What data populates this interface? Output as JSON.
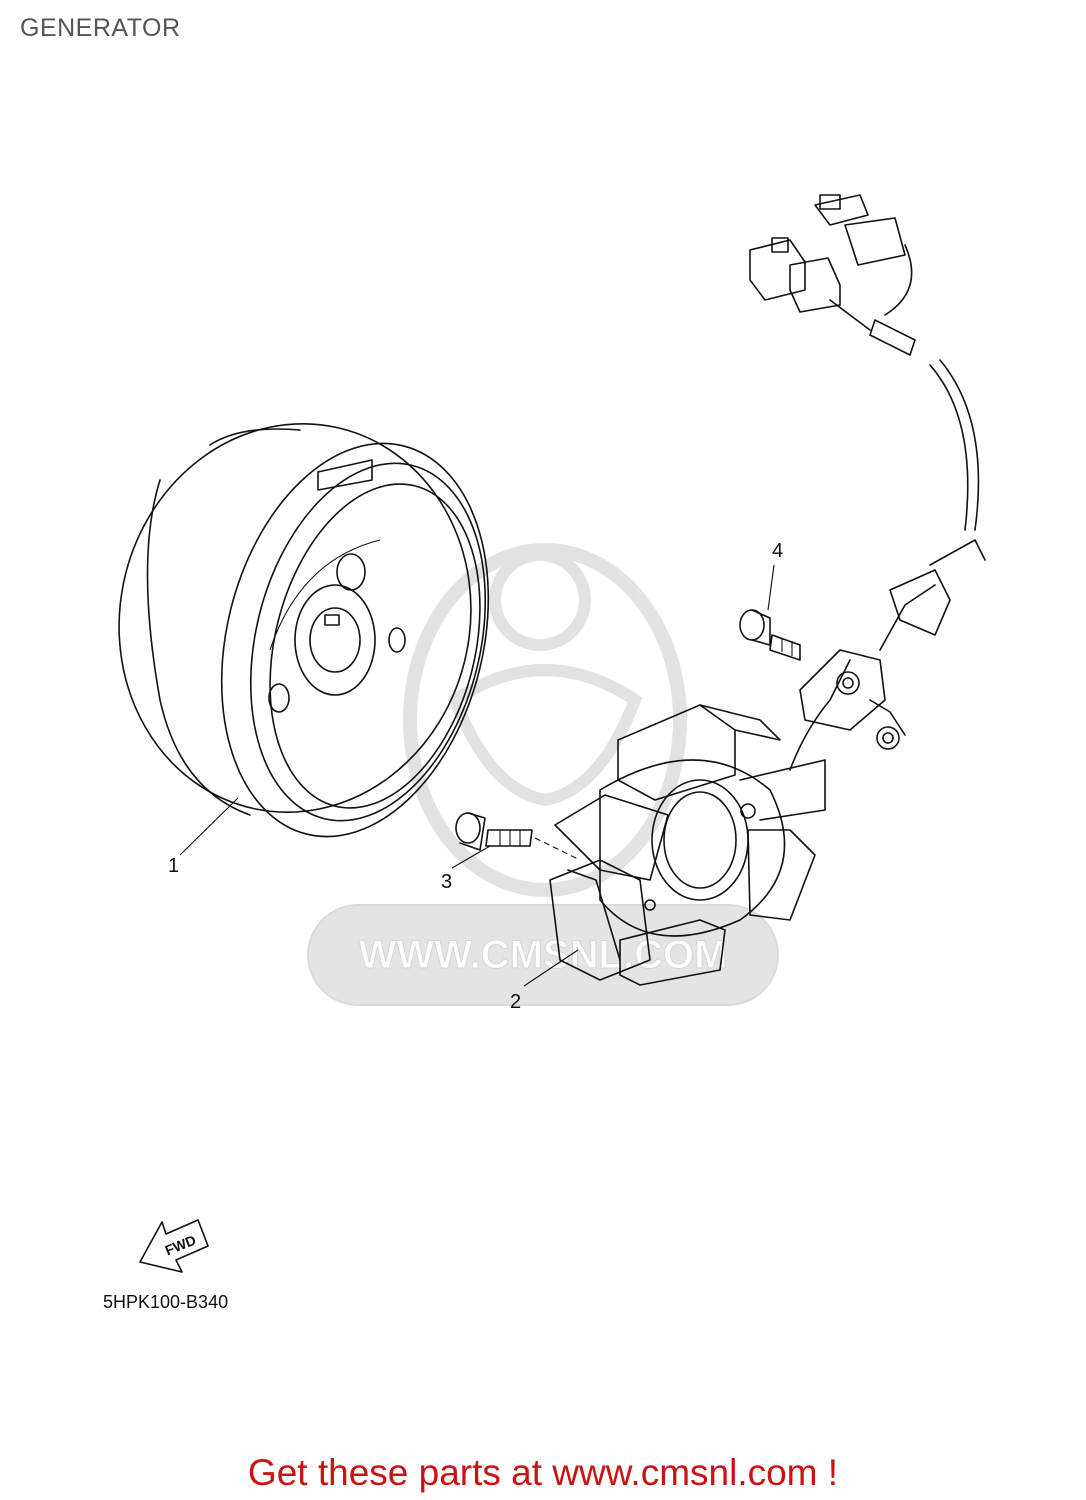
{
  "header": {
    "title": "GENERATOR"
  },
  "callouts": {
    "c1": "1",
    "c2": "2",
    "c3": "3",
    "c4": "4"
  },
  "direction_badge": {
    "label": "FWD"
  },
  "part_code": "5HPK100-B340",
  "watermark": {
    "text": "WWW.CMSNL.COM"
  },
  "footer": {
    "cta": "Get these parts at www.cmsnl.com !"
  },
  "colors": {
    "cta": "#cc1111",
    "line": "#111111",
    "watermark": "#e0e0e0",
    "title": "#555555"
  }
}
